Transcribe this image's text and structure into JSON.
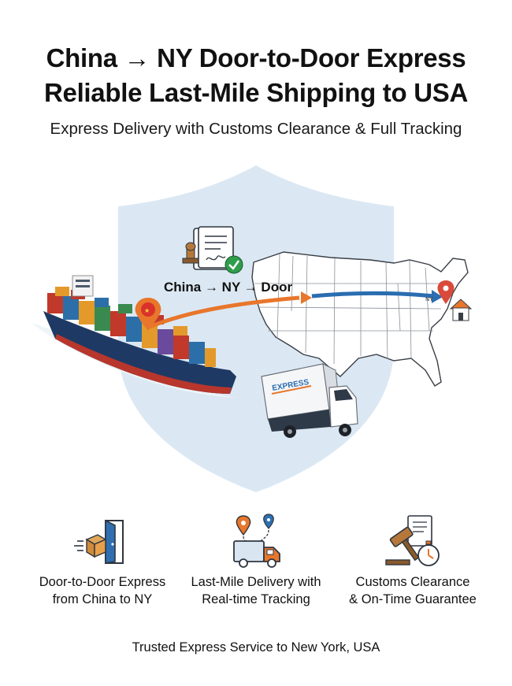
{
  "headline": {
    "line1": "China → NY Door-to-Door Express",
    "line2": "Reliable Last-Mile Shipping to USA"
  },
  "subtitle": "Express Delivery with Customs Clearance & Full Tracking",
  "hero": {
    "route_label": "China → NY → Door",
    "truck_text": "EXPRESS",
    "pin_text": "NY",
    "colors": {
      "shield": "#dbe8f4",
      "route_orange": "#e8762b",
      "route_blue": "#2a6db0",
      "pin_red": "#d94a3a",
      "check_green": "#2e9d4c"
    },
    "icons": [
      "document-stamp-icon",
      "check-icon",
      "container-ship-icon",
      "location-pin-icon",
      "usa-map-icon",
      "house-icon",
      "delivery-truck-icon"
    ]
  },
  "features": [
    {
      "icon": "door-package-icon",
      "line1": "Door-to-Door Express",
      "line2": "from China to NY"
    },
    {
      "icon": "truck-route-icon",
      "line1": "Last-Mile Delivery with",
      "line2": "Real-time Tracking"
    },
    {
      "icon": "gavel-stopwatch-icon",
      "line1": "Customs Clearance",
      "line2": "& On-Time Guarantee"
    }
  ],
  "footer": "Trusted Express Service to New York, USA"
}
